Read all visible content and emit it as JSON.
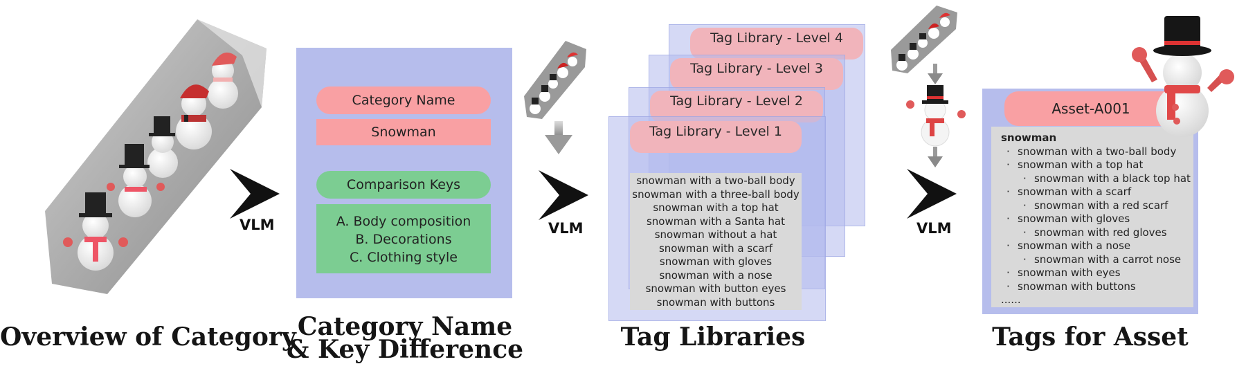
{
  "vlm_label": "VLM",
  "captions": {
    "overview": "Overview of Category",
    "key_difference_line1": "Category Name",
    "key_difference_line2": "& Key Difference",
    "tag_libraries": "Tag Libraries",
    "tags_for_asset": "Tags for Asset"
  },
  "category_panel": {
    "name_header": "Category Name",
    "name_value": "Snowman",
    "keys_header": "Comparison Keys",
    "keys": [
      "A. Body composition",
      "B. Decorations",
      "C. Clothing style"
    ]
  },
  "tag_library": {
    "levels": [
      "Tag Library - Level 4",
      "Tag Library - Level 3",
      "Tag Library - Level 2",
      "Tag Library - Level 1"
    ],
    "level1_tags": [
      "snowman with a two-ball body",
      "snowman with a three-ball body",
      "snowman with a top hat",
      "snowman with a Santa hat",
      "snowman without a hat",
      "snowman with a scarf",
      "snowman with gloves",
      "snowman with a nose",
      "snowman with button eyes",
      "snowman with buttons"
    ]
  },
  "asset": {
    "id": "Asset-A001",
    "root": "snowman",
    "tags": [
      {
        "level": 1,
        "text": "snowman with a two-ball body"
      },
      {
        "level": 1,
        "text": "snowman with a top hat"
      },
      {
        "level": 2,
        "text": "snowman with a black top hat"
      },
      {
        "level": 1,
        "text": "snowman with a scarf"
      },
      {
        "level": 2,
        "text": "snowman with a red scarf"
      },
      {
        "level": 1,
        "text": "snowman with gloves"
      },
      {
        "level": 2,
        "text": "snowman with red gloves"
      },
      {
        "level": 1,
        "text": "snowman with a nose"
      },
      {
        "level": 2,
        "text": "snowman with a carrot nose"
      },
      {
        "level": 1,
        "text": "snowman with eyes"
      },
      {
        "level": 1,
        "text": "snowman with buttons"
      }
    ],
    "ellipsis": "......"
  },
  "colors": {
    "panel": "#b6bdec",
    "red_pill": "#f9a0a3",
    "green_pill": "#7ccd92",
    "arrow": "#111111"
  }
}
